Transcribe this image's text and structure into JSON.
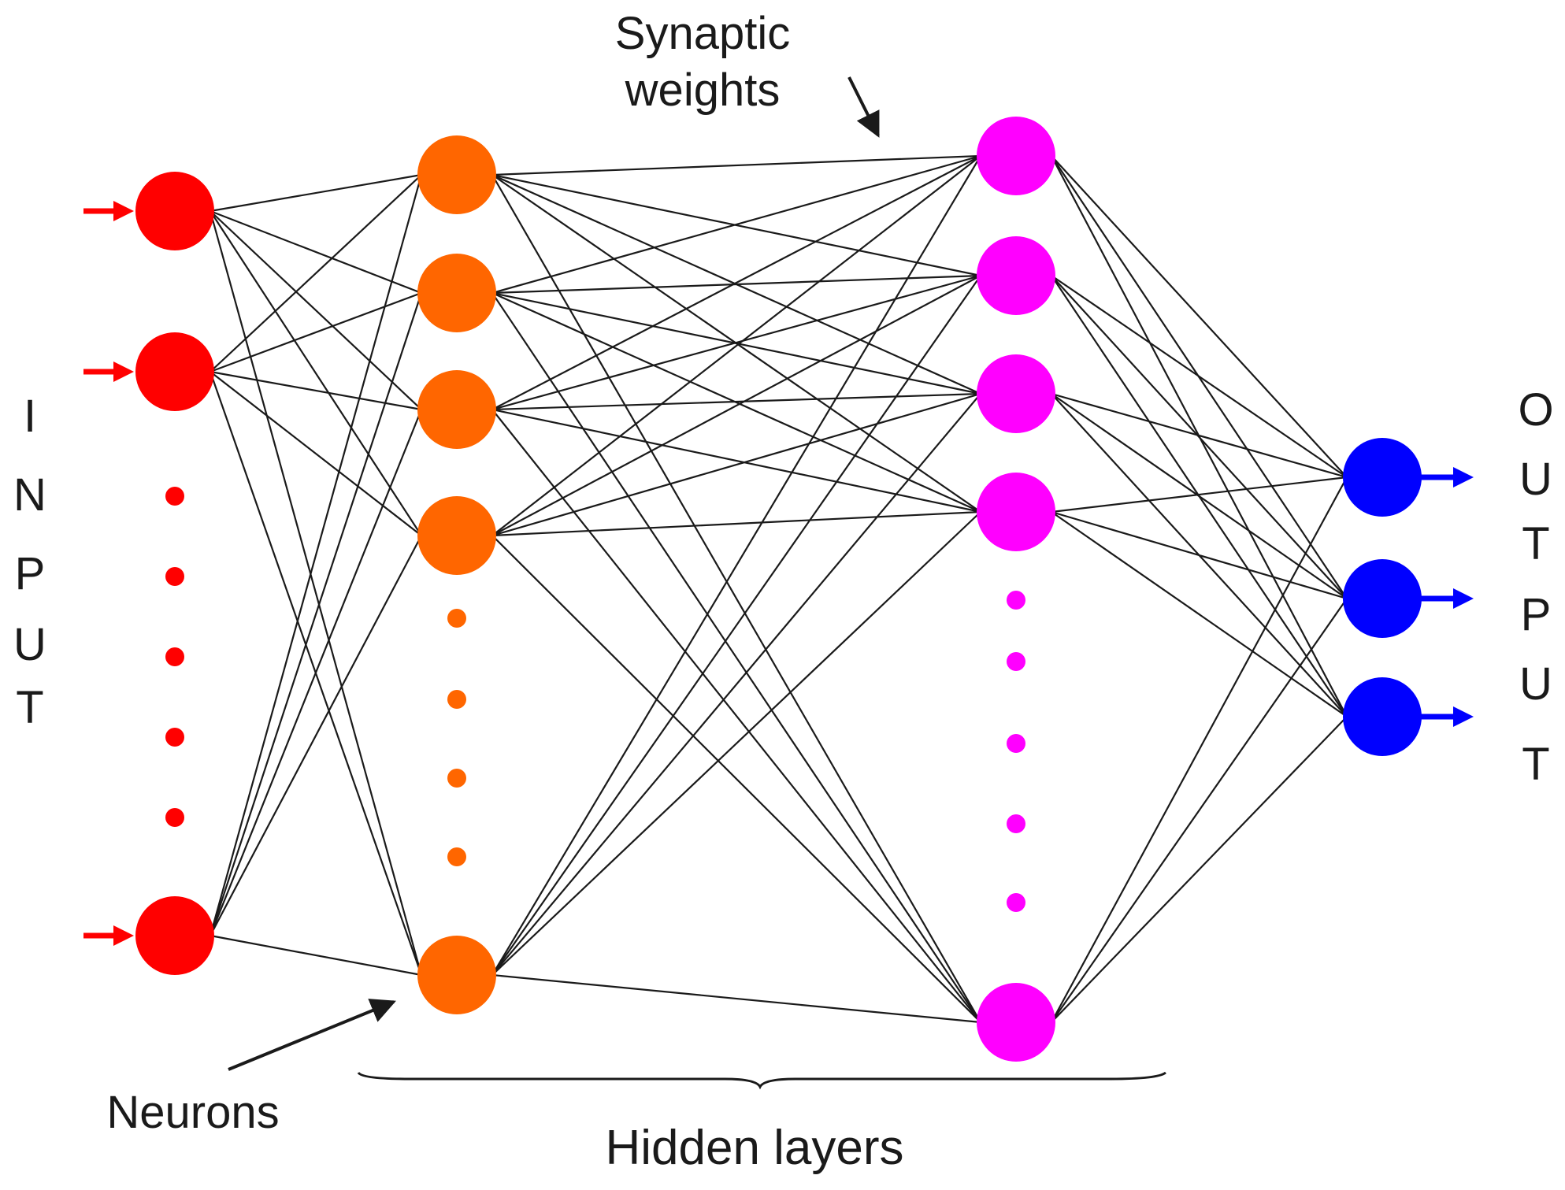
{
  "labels": {
    "synaptic_line1": "Synaptic",
    "synaptic_line2": "weights",
    "neurons": "Neurons",
    "hidden_layers": "Hidden layers",
    "input_letters": [
      "I",
      "N",
      "P",
      "U",
      "T"
    ],
    "output_letters": [
      "O",
      "U",
      "T",
      "P",
      "U",
      "T"
    ]
  },
  "colors": {
    "input": "#ff0000",
    "hidden1": "#ff6600",
    "hidden2": "#ff00ff",
    "output": "#0000ff",
    "edge": "#1a1a1a"
  },
  "layers": [
    {
      "name": "input",
      "neurons_drawn": 3,
      "ellipsis_dots": 5,
      "has_incoming_arrows": true
    },
    {
      "name": "hidden1",
      "neurons_drawn": 5,
      "ellipsis_dots": 4
    },
    {
      "name": "hidden2",
      "neurons_drawn": 5,
      "ellipsis_dots": 5
    },
    {
      "name": "output",
      "neurons_drawn": 3,
      "ellipsis_dots": 0,
      "has_outgoing_arrows": true
    }
  ],
  "connectivity": "fully-connected between adjacent layers"
}
